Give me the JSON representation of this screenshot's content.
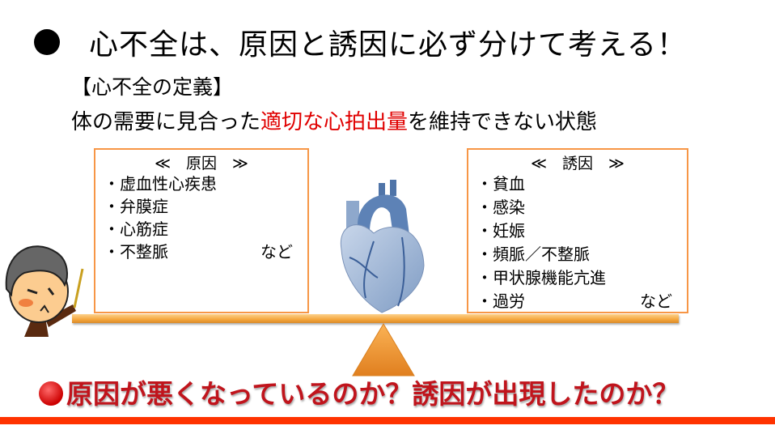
{
  "title": "心不全は、原因と誘因に必ず分けて考える！",
  "definition": {
    "heading": "【心不全の定義】",
    "line_before": "体の需要に見合った",
    "line_highlight": "適切な心拍出量",
    "line_after": "を維持できない状態"
  },
  "causes": {
    "heading": "≪　原因　≫",
    "items": [
      "・虚血性心疾患",
      "・弁膜症",
      "・心筋症",
      "・不整脈"
    ],
    "etc": "など"
  },
  "triggers": {
    "heading": "≪　誘因　≫",
    "items": [
      "・貧血",
      "・感染",
      "・妊娠",
      "・頻脈／不整脈",
      "・甲状腺機能亢進",
      "・過労"
    ],
    "etc": "など"
  },
  "bottom_question": "原因が悪くなっているのか？誘因が出現したのか？",
  "colors": {
    "accent": "#f79646",
    "highlight": "#e00000",
    "bottom_bar": "#ff3300"
  }
}
